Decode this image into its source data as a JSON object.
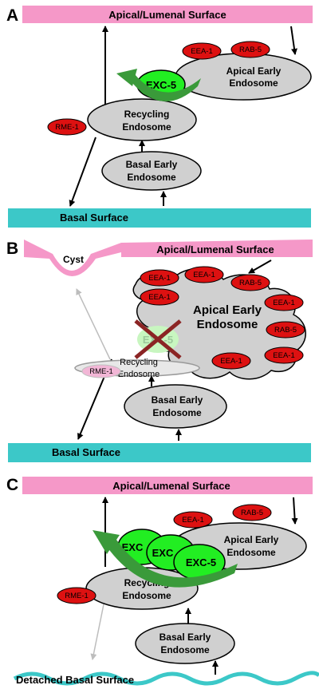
{
  "panels": {
    "a": {
      "letter": "A",
      "apical": "Apical/Lumenal Surface",
      "basal": "Basal Surface",
      "apical_endo": [
        "Apical Early",
        "Endosome"
      ],
      "recycling_endo": [
        "Recycling",
        "Endosome"
      ],
      "basal_endo": [
        "Basal Early",
        "Endosome"
      ],
      "tags": {
        "eea1": "EEA-1",
        "rab5": "RAB-5",
        "rme1": "RME-1"
      },
      "exc5": "EXC-5"
    },
    "b": {
      "letter": "B",
      "cyst": "Cyst",
      "apical": "Apical/Lumenal Surface",
      "basal": "Basal Surface",
      "apical_endo": [
        "Apical Early",
        "Endosome"
      ],
      "recycling_endo": [
        "Recycling",
        "Endosome"
      ],
      "basal_endo": [
        "Basal Early",
        "Endosome"
      ],
      "tags": {
        "eea1": "EEA-1",
        "rab5": "RAB-5",
        "rme1": "RME-1"
      },
      "exc5": "EXC-5"
    },
    "c": {
      "letter": "C",
      "apical": "Apical/Lumenal Surface",
      "basal": "Detached Basal Surface",
      "apical_endo": [
        "Apical Early",
        "Endosome"
      ],
      "recycling_endo": [
        "Recycling",
        "Endosome"
      ],
      "basal_endo": [
        "Basal Early",
        "Endosome"
      ],
      "tags": {
        "eea1": "EEA-1",
        "rab5": "RAB-5",
        "rme1": "RME-1"
      },
      "exc_partial_1": "EXC",
      "exc_partial_2": "EXC",
      "exc5": "EXC-5"
    }
  },
  "colors": {
    "apical": "#f598c8",
    "basal": "#3cc8c8",
    "endosome": "#d0d0d0",
    "tag": "#dd1111",
    "exc5": "#22ee22",
    "trafficking_arrow": "#3a9a3a"
  }
}
